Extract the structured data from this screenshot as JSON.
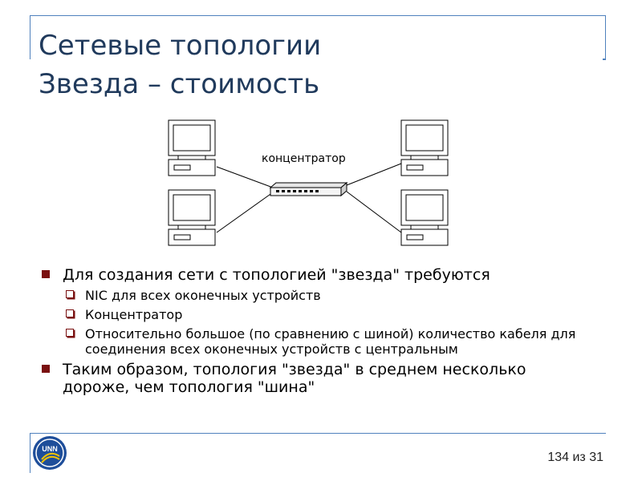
{
  "slide": {
    "title_line1": "Сетевые топологии",
    "title_line2": "Звезда – стоимость",
    "diagram": {
      "hub_label": "концентратор"
    },
    "bullets": [
      {
        "text": "Для создания сети с топологией \"звезда\" требуются",
        "sub": [
          "NIC для всех оконечных устройств",
          "Концентратор",
          "Относительно большое (по сравнению с шиной) количество кабеля для соединения всех оконечных устройств с центральным"
        ]
      },
      {
        "text": "Таким образом, топология \"звезда\" в среднем несколько дороже, чем топология \"шина\""
      }
    ],
    "page_number": "134 из 31",
    "logo_text": "UNN",
    "colors": {
      "title": "#203a5c",
      "frame": "#4f81bd",
      "bullet": "#7a1010",
      "logo": "#1e4e9a"
    }
  }
}
